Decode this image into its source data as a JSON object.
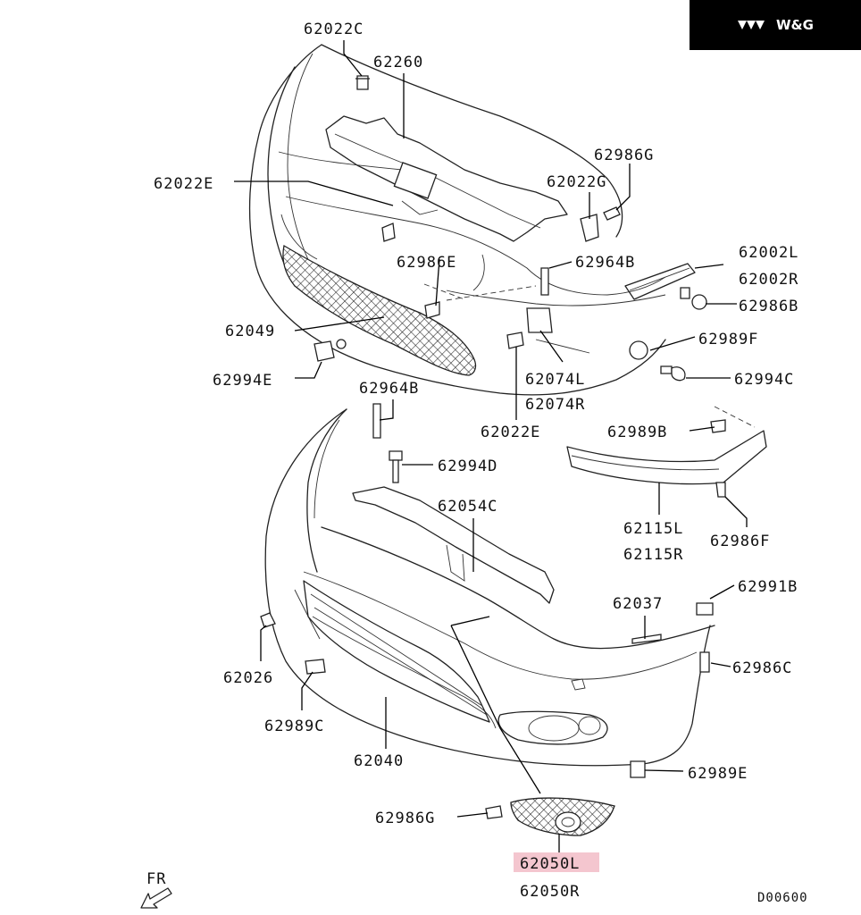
{
  "brand": {
    "name": "W&G",
    "icon": "chevrons-logo-icon"
  },
  "diagram_code": "D00600",
  "orientation_label": "FR",
  "highlight_color": "#f4c6cf",
  "parts": {
    "p62022C": "62022C",
    "p62260": "62260",
    "p62986G_top": "62986G",
    "p62022G": "62022G",
    "p62022E_left": "62022E",
    "p62002L": "62002L",
    "p62002R": "62002R",
    "p62964B_top": "62964B",
    "p62986E": "62986E",
    "p62986B": "62986B",
    "p62049": "62049",
    "p62989F": "62989F",
    "p62994E": "62994E",
    "p62994C": "62994C",
    "p62074L": "62074L",
    "p62074R": "62074R",
    "p62964B_mid": "62964B",
    "p62022E_mid": "62022E",
    "p62989B": "62989B",
    "p62994D": "62994D",
    "p62054C": "62054C",
    "p62115L": "62115L",
    "p62115R": "62115R",
    "p62986F": "62986F",
    "p62037": "62037",
    "p62991B": "62991B",
    "p62026": "62026",
    "p62986C": "62986C",
    "p62989C": "62989C",
    "p62040": "62040",
    "p62989E": "62989E",
    "p62986G_bottom": "62986G",
    "p62050L": "62050L",
    "p62050R": "62050R"
  }
}
